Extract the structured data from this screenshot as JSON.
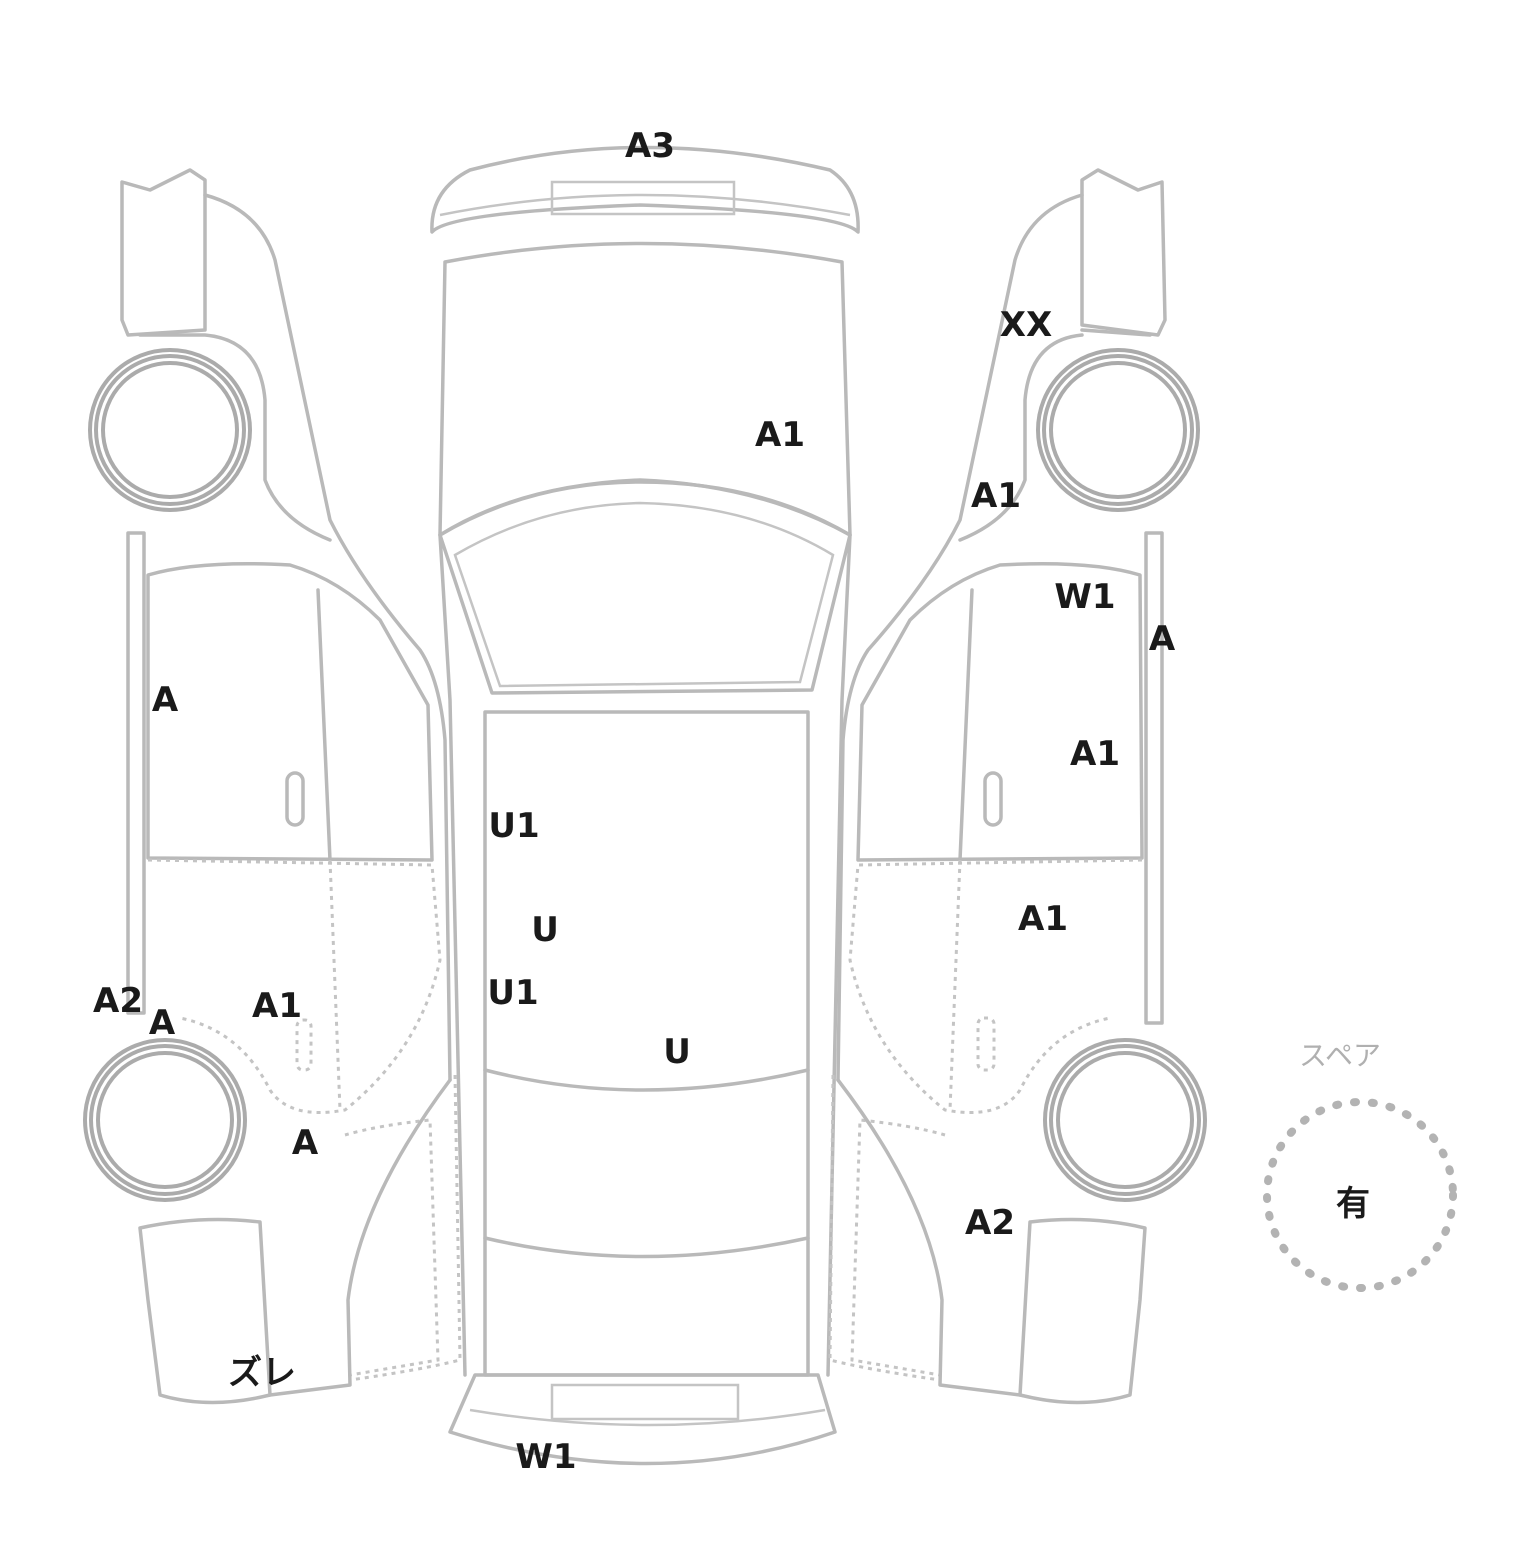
{
  "marks": {
    "roof_front": "A3",
    "hood_right": "A1",
    "right_fender_top": "XX",
    "right_fender": "A1",
    "right_front_door_glass": "W1",
    "right_pillar": "A",
    "right_front_door": "A1",
    "right_rear_door": "A1",
    "right_rear_quarter": "A2",
    "left_front_door": "A",
    "left_rear_sill": "A2",
    "left_rear_sill_2": "A",
    "left_rear_door": "A1",
    "left_rear_quarter": "A",
    "left_rear_bumper": "ズレ",
    "roof_left_upper": "U1",
    "roof_mid": "U",
    "roof_left_lower": "U1",
    "roof_rear": "U",
    "rear_glass": "W1"
  },
  "spare": {
    "label": "スペア",
    "value": "有"
  }
}
